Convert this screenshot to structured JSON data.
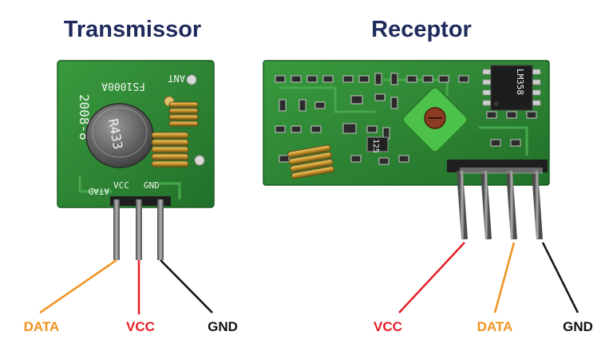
{
  "transmitter": {
    "title": "Transmissor",
    "board_text": {
      "model": "FS1000A",
      "antenna": "ANT",
      "date": "2008-8",
      "crystal": "R433",
      "pin_data": "ATAD",
      "pin_vcc": "VCC",
      "pin_gnd": "GND"
    },
    "labels": [
      {
        "text": "DATA",
        "color": "#f0921e"
      },
      {
        "text": "VCC",
        "color": "#e41e26"
      },
      {
        "text": "GND",
        "color": "#111111"
      }
    ]
  },
  "receiver": {
    "title": "Receptor",
    "board_text": {
      "chip": "LM358",
      "inductor": "125"
    },
    "labels": [
      {
        "text": "VCC",
        "color": "#e41e26"
      },
      {
        "text": "DATA",
        "color": "#f0921e"
      },
      {
        "text": "GND",
        "color": "#111111"
      }
    ]
  },
  "colors": {
    "title": "#1f2a5c",
    "pcb": "#2f8a35",
    "pin": "#6e6e6e",
    "copper": "#c8952c"
  }
}
